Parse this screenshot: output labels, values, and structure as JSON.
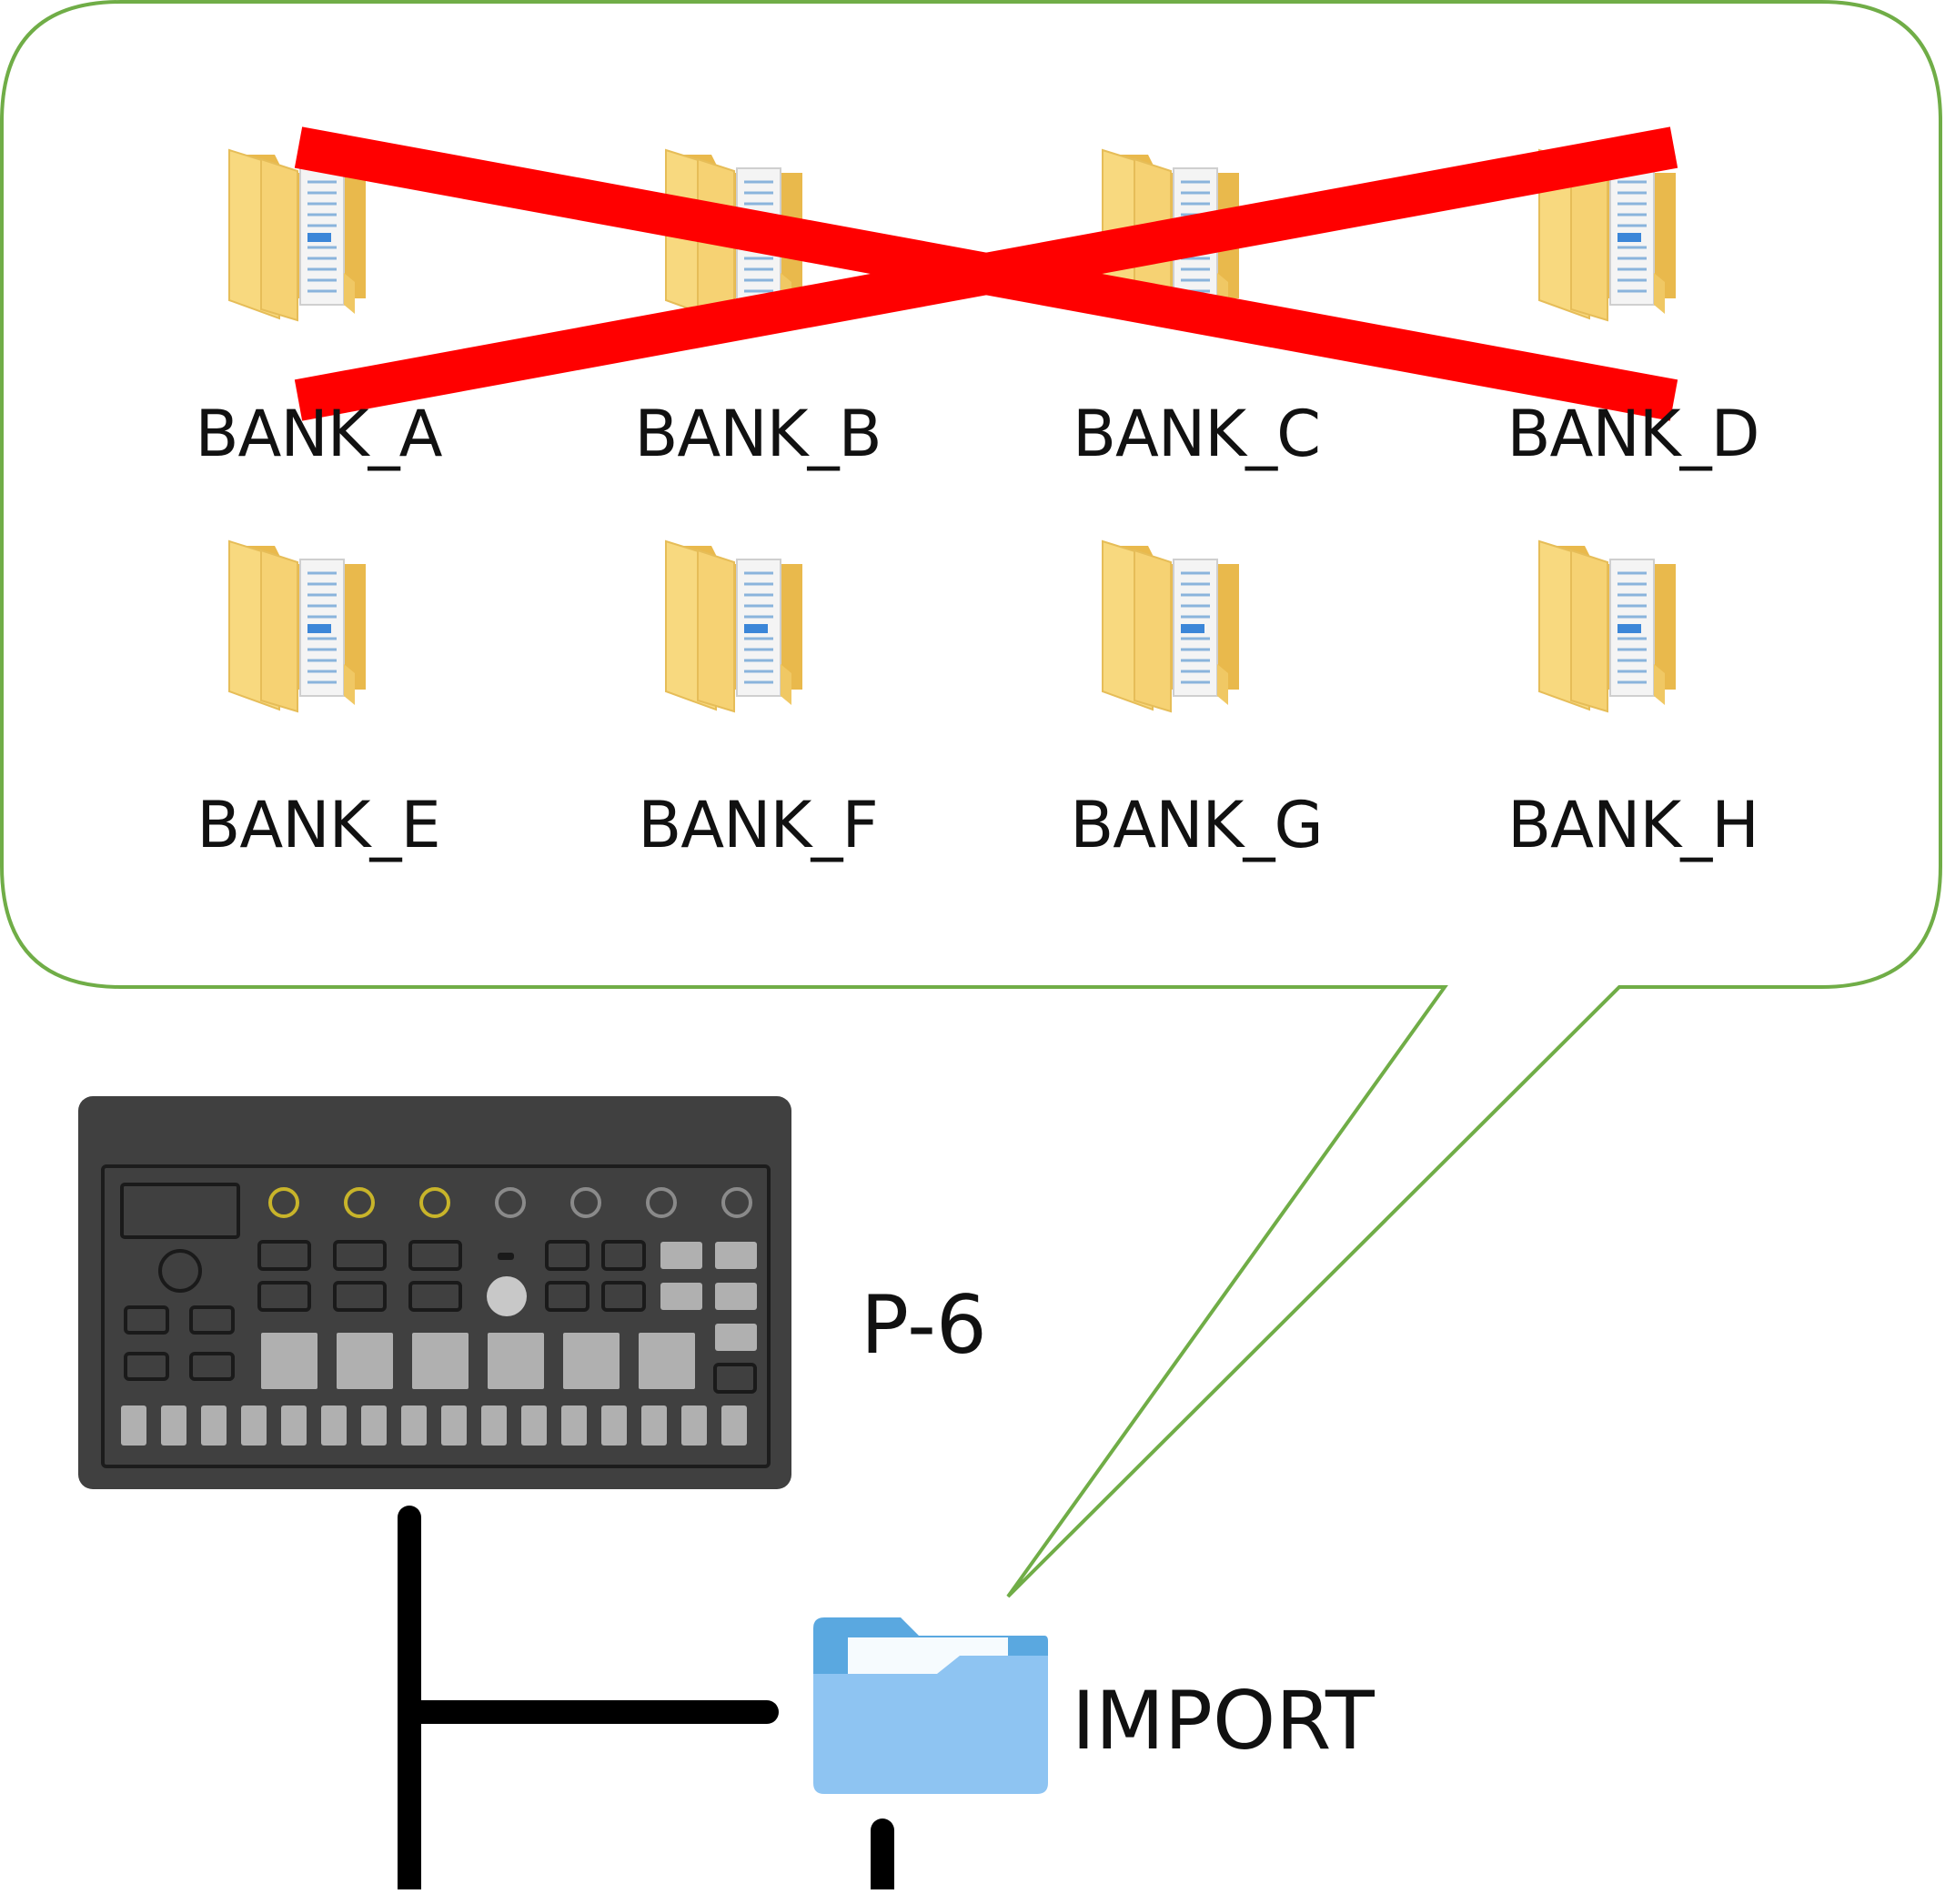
{
  "banks": [
    {
      "label": "BANK_A",
      "crossed": true
    },
    {
      "label": "BANK_B",
      "crossed": true
    },
    {
      "label": "BANK_C",
      "crossed": true
    },
    {
      "label": "BANK_D",
      "crossed": true
    },
    {
      "label": "BANK_E",
      "crossed": false
    },
    {
      "label": "BANK_F",
      "crossed": false
    },
    {
      "label": "BANK_G",
      "crossed": false
    },
    {
      "label": "BANK_H",
      "crossed": false
    }
  ],
  "device": {
    "label": "P-6",
    "icon": "sampler-device-icon"
  },
  "import_folder": {
    "label": "IMPORT",
    "icon": "folder-icon"
  },
  "colors": {
    "callout_border": "#70ad47",
    "cross_mark": "#ff0000",
    "bank_folder": "#f6d37b",
    "import_folder": "#8ec4f2",
    "device_body": "#404040",
    "tree_lines": "#000000"
  }
}
